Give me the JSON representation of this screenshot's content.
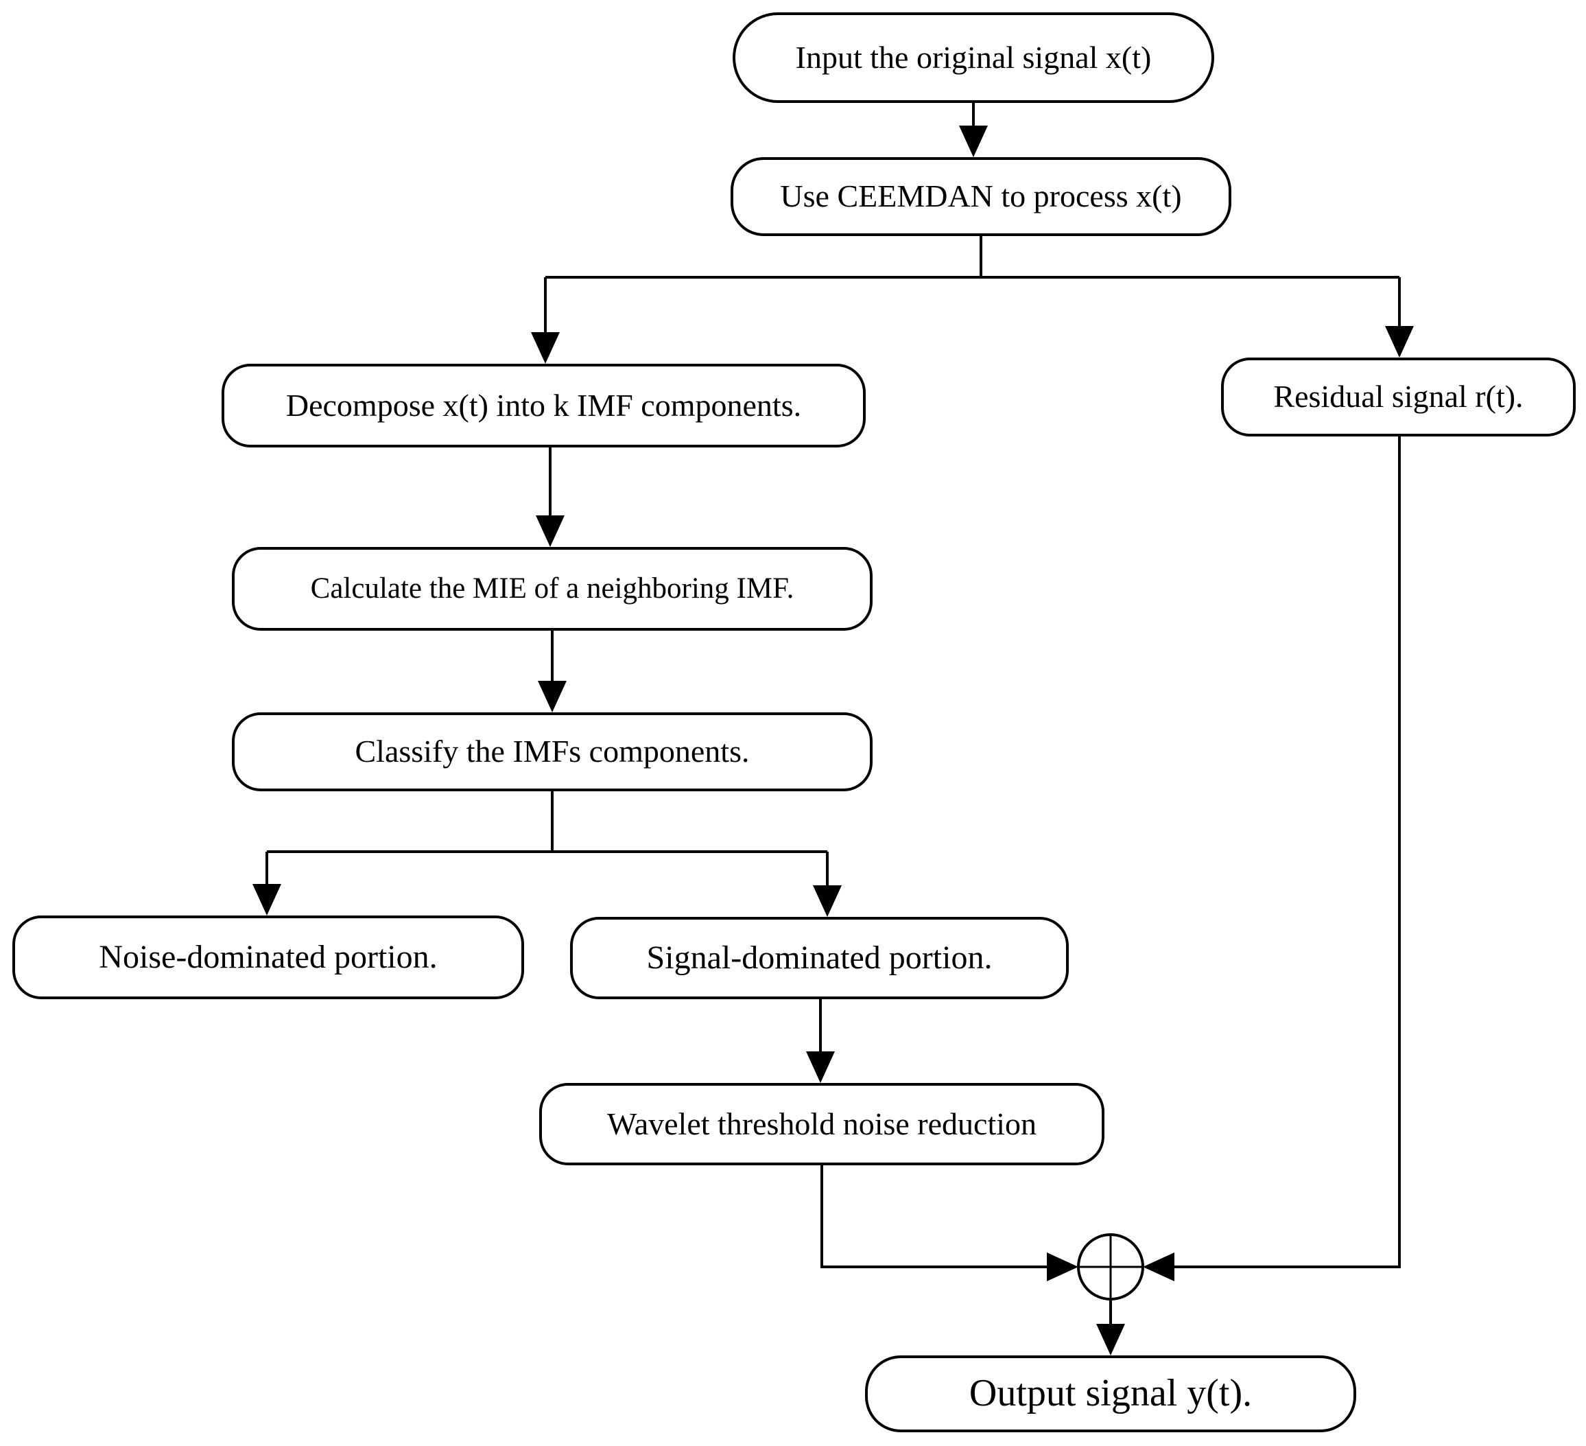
{
  "diagram": {
    "type": "flowchart",
    "background_color": "#ffffff",
    "stroke_color": "#000000",
    "nodes": {
      "input": {
        "label": "Input the original signal x(t)"
      },
      "ceemdan": {
        "label": "Use CEEMDAN to process x(t)"
      },
      "decompose": {
        "label": "Decompose x(t) into k IMF components."
      },
      "residual": {
        "label": "Residual signal r(t)."
      },
      "mie": {
        "label": "Calculate the MIE of a neighboring IMF."
      },
      "classify": {
        "label": "Classify the IMFs components."
      },
      "noise": {
        "label": "Noise-dominated portion."
      },
      "signal": {
        "label": "Signal-dominated portion."
      },
      "wavelet": {
        "label": "Wavelet threshold noise reduction"
      },
      "sum": {
        "symbol": "circle-plus-junction"
      },
      "output": {
        "label": "Output signal y(t)."
      }
    },
    "edges": [
      {
        "from": "input",
        "to": "ceemdan"
      },
      {
        "from": "ceemdan",
        "to": "decompose"
      },
      {
        "from": "ceemdan",
        "to": "residual"
      },
      {
        "from": "decompose",
        "to": "mie"
      },
      {
        "from": "mie",
        "to": "classify"
      },
      {
        "from": "classify",
        "to": "noise"
      },
      {
        "from": "classify",
        "to": "signal"
      },
      {
        "from": "signal",
        "to": "wavelet"
      },
      {
        "from": "wavelet",
        "to": "sum"
      },
      {
        "from": "residual",
        "to": "sum"
      },
      {
        "from": "sum",
        "to": "output"
      }
    ]
  }
}
